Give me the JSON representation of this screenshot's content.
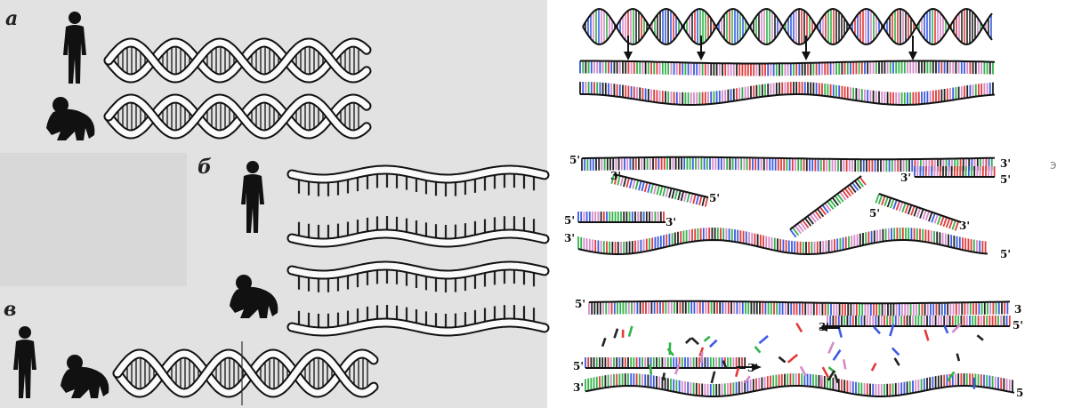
{
  "left_panel": {
    "labels": {
      "a": "а",
      "b": "б",
      "c": "в"
    }
  },
  "right_panel": {
    "ends": {
      "five_prime": "5'",
      "three_prime": "3'",
      "three_plain": "3",
      "five_plain": "5"
    },
    "side_mark": "э"
  },
  "colors": {
    "background_left": "#e2e2e2",
    "strand": "#111111",
    "base_red": "#e23b3b",
    "base_blue": "#3b5be2",
    "base_green": "#33b34a",
    "base_pink": "#d58ac8",
    "base_black": "#222222"
  }
}
